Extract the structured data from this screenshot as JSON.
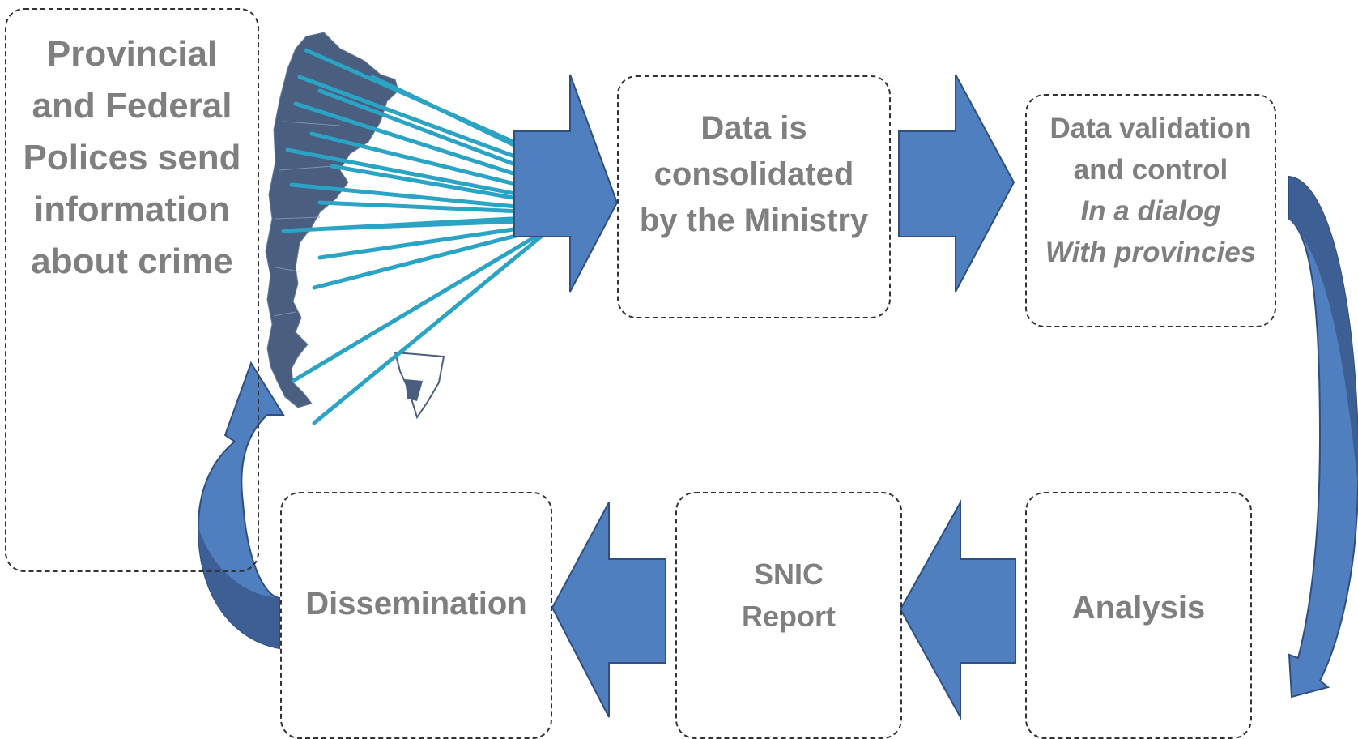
{
  "colors": {
    "arrow_fill": "#4f7fbe",
    "arrow_stroke": "#2f4f80",
    "curved_arrow_dark": "#3d5f93",
    "map_fill": "#4a5e80",
    "connector_lines": "#2aa3c4",
    "text": "#7f7f7f",
    "box_border": "#333333"
  },
  "nodes": {
    "police": {
      "lines": [
        "Provincial",
        "and Federal",
        "Polices send",
        "information",
        "about crime"
      ]
    },
    "consolidated": {
      "lines": [
        "Data is",
        "consolidated",
        "by the Ministry"
      ]
    },
    "validation": {
      "lines": [
        "Data validation",
        "and control"
      ],
      "italic_lines": [
        "In a dialog",
        "With provincies"
      ]
    },
    "analysis": {
      "label": "Analysis"
    },
    "snic": {
      "lines": [
        "SNIC",
        "Report"
      ]
    },
    "dissemination": {
      "label": "Dissemination"
    }
  },
  "map": {
    "icon": "argentina-map-icon"
  }
}
